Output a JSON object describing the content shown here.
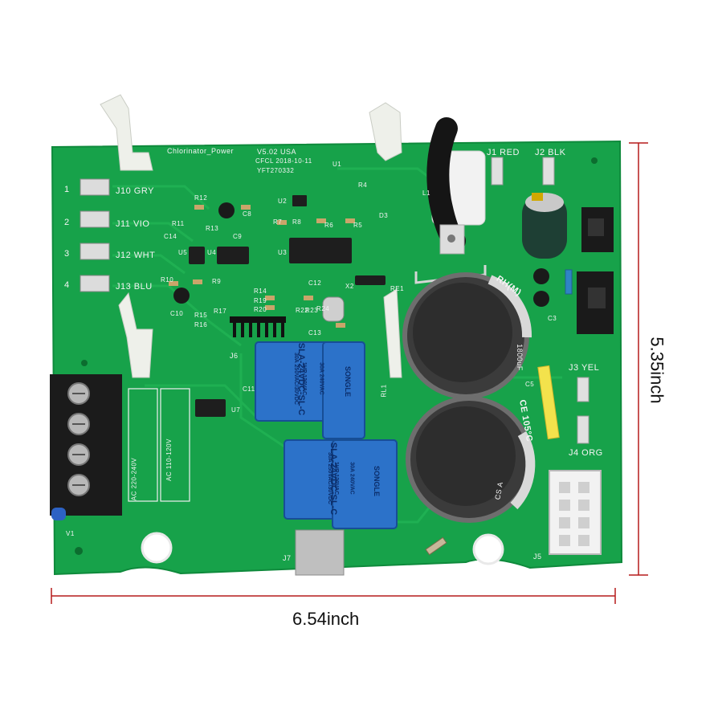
{
  "dimensions": {
    "width_label": "6.54inch",
    "height_label": "5.35inch"
  },
  "board": {
    "model_label": "Chlorinator_Power",
    "version_label": "V5.02 USA",
    "date_label": "CFCL 2018-10-11",
    "serial_label": "YFT270332",
    "connectors_left": [
      {
        "num": "1",
        "label": "J10 GRY"
      },
      {
        "num": "2",
        "label": "J11 VIO"
      },
      {
        "num": "3",
        "label": "J12 WHT"
      },
      {
        "num": "4",
        "label": "J13 BLU"
      }
    ],
    "connectors_right": {
      "j1": "J1 RED",
      "j2": "J2 BLK",
      "j3": "J3 YEL",
      "j4": "J4 ORG",
      "j5": "J5",
      "j6": "J6",
      "j7": "J7"
    },
    "refdes": {
      "u1": "U1",
      "u2": "U2",
      "u3": "U3",
      "u4": "U4",
      "u5": "U5",
      "u7": "U7",
      "r4": "R4",
      "r5": "R5",
      "r6": "R6",
      "r7": "R7",
      "r8": "R8",
      "r9": "R9",
      "r10": "R10",
      "r11": "R11",
      "r12": "R12",
      "r13": "R13",
      "r14": "R14",
      "r15": "R15",
      "r16": "R16",
      "r17": "R17",
      "r19": "R19",
      "r20": "R20",
      "r22": "R22",
      "r23": "R23",
      "r24": "R24",
      "c8": "C8",
      "c9": "C9",
      "c10": "C10",
      "c11": "C11",
      "c12": "C12",
      "c13": "C13",
      "c14": "C14",
      "c3": "C3",
      "c5": "C5",
      "d3": "D3",
      "l1": "L1",
      "x2": "X2",
      "re1": "RE1",
      "rl1": "RL1",
      "v1": "V1",
      "ac_high": "AC 220-240V",
      "ac_low": "AC 110-120V"
    },
    "relays": [
      {
        "brand": "SONGLE",
        "model": "SLA-24VDC-SL-C",
        "rating1": "30A 250VAC/30VDC",
        "rating2": "1HP 120VAC",
        "rating3": "30A 240VAC"
      },
      {
        "brand": "SONGLE",
        "model": "SLA-24VDC-SL-C",
        "rating1": "30A 250VAC/30VDC",
        "rating2": "1HP 120VAC",
        "rating3": "30A 240VAC"
      }
    ],
    "capacitor_upper_text": "RH(M)",
    "capacitor_upper_value": "1800uF",
    "capacitor_lower_text": "CE 105°C",
    "capacitor_lower_value": "CS A"
  },
  "colors": {
    "pcb": "#17a24a",
    "pcb_dark": "#0f8a3c",
    "silkscreen": "#f2f2f2",
    "relay_blue": "#2c72c9",
    "terminal_black": "#1b1b1b",
    "dimension_red": "#b61b1b"
  }
}
